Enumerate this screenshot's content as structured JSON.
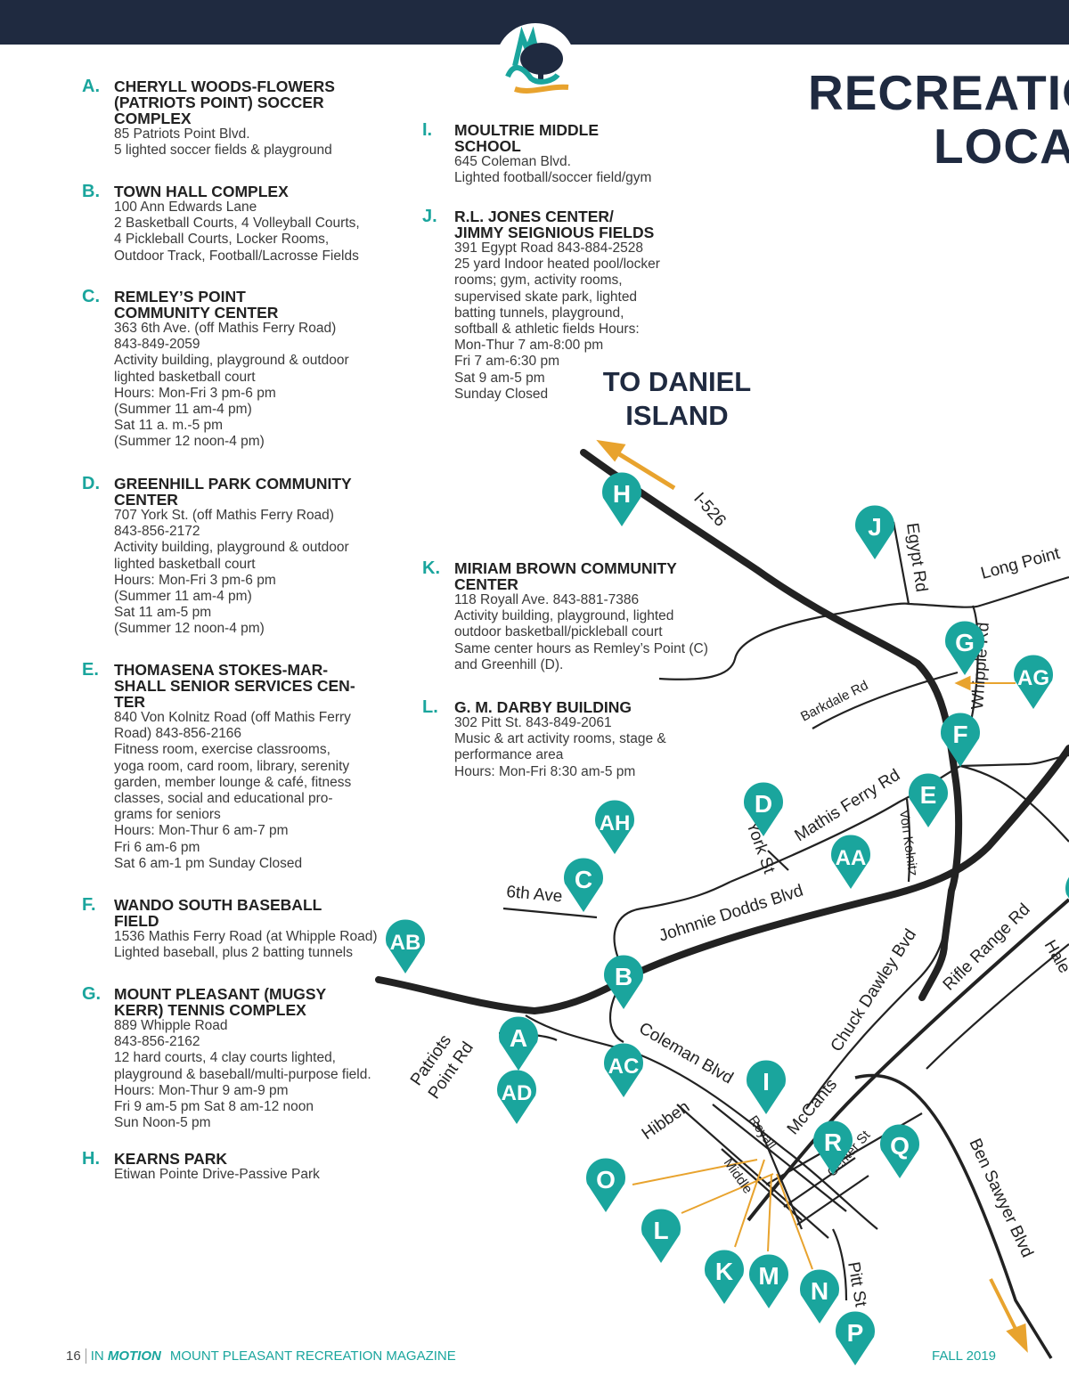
{
  "header": {
    "title_line1": "RECREATIO",
    "title_line2": "LOCAT"
  },
  "direction_label": {
    "line1": "TO DANIEL",
    "line2": "ISLAND"
  },
  "colors": {
    "navy": "#1f2a40",
    "teal": "#1aa59d",
    "orange": "#e8a32e"
  },
  "entries": [
    {
      "letter": "A.",
      "heading": [
        "CHERYLL WOODS-FLOWERS",
        "(PATRIOTS POINT) SOCCER",
        "COMPLEX"
      ],
      "body": [
        "85 Patriots Point Blvd.",
        "5 lighted soccer fields & playground"
      ]
    },
    {
      "letter": "B.",
      "heading": [
        "TOWN HALL COMPLEX"
      ],
      "body": [
        "100 Ann Edwards Lane",
        "2 Basketball Courts, 4 Volleyball Courts,",
        "4 Pickleball Courts, Locker Rooms,",
        "Outdoor Track, Football/Lacrosse Fields"
      ]
    },
    {
      "letter": "C.",
      "heading": [
        "REMLEY’S POINT",
        "COMMUNITY CENTER"
      ],
      "body": [
        "363 6th Ave. (off Mathis Ferry Road)",
        "843-849-2059",
        "Activity building, playground & outdoor",
        "lighted basketball court",
        "Hours: Mon-Fri  3 pm-6 pm",
        "(Summer 11 am-4 pm)",
        "Sat 11 a. m.-5 pm",
        "(Summer 12 noon-4 pm)"
      ]
    },
    {
      "letter": "D.",
      "heading": [
        "GREENHILL PARK COMMUNITY",
        "CENTER"
      ],
      "body": [
        "707 York St. (off Mathis Ferry Road)",
        "843-856-2172",
        "Activity building, playground & outdoor",
        "lighted basketball court",
        "Hours: Mon-Fri 3 pm-6 pm",
        "(Summer 11 am-4 pm)",
        "Sat 11 am-5 pm",
        "(Summer 12 noon-4 pm)"
      ]
    },
    {
      "letter": "E.",
      "heading": [
        "THOMASENA STOKES-MAR-",
        "SHALL SENIOR SERVICES CEN-",
        "TER"
      ],
      "body": [
        "840 Von Kolnitz Road (off Mathis Ferry",
        "Road)  843-856-2166",
        "Fitness room, exercise classrooms,",
        "yoga room, card room, library, serenity",
        "garden, member lounge & café, fitness",
        "classes, social and educational pro-",
        "grams for seniors",
        "Hours: Mon-Thur  6 am-7 pm",
        "Fri 6 am-6 pm",
        "Sat 6 am-1 pm Sunday Closed"
      ]
    },
    {
      "letter": "F.",
      "heading": [
        "WANDO SOUTH BASEBALL",
        "FIELD"
      ],
      "body": [
        "1536 Mathis Ferry Road (at Whipple Road)",
        "Lighted baseball, plus 2 batting tunnels"
      ]
    },
    {
      "letter": "G.",
      "heading": [
        "MOUNT PLEASANT (MUGSY",
        "KERR) TENNIS COMPLEX"
      ],
      "body": [
        "889 Whipple Road",
        "843-856-2162",
        "12 hard courts, 4 clay courts lighted,",
        "playground & baseball/multi-purpose field.",
        "Hours: Mon-Thur  9 am-9 pm",
        "Fri 9 am-5 pm  Sat 8 am-12 noon",
        "Sun Noon-5 pm"
      ]
    },
    {
      "letter": "H.",
      "heading": [
        "KEARNS PARK"
      ],
      "body": [
        "Etiwan Pointe Drive-Passive Park"
      ]
    },
    {
      "letter": "I.",
      "heading": [
        "MOULTRIE MIDDLE",
        "SCHOOL"
      ],
      "body": [
        "645 Coleman Blvd.",
        "Lighted football/soccer field/gym"
      ]
    },
    {
      "letter": "J.",
      "heading": [
        "R.L. JONES CENTER/",
        "JIMMY SEIGNIOUS FIELDS"
      ],
      "body": [
        "391 Egypt Road  843-884-2528",
        "25 yard Indoor heated pool/locker",
        "rooms; gym, activity rooms,",
        "supervised skate park, lighted",
        "batting tunnels, playground,",
        "softball & athletic fields Hours:",
        "Mon-Thur 7 am-8:00 pm",
        "Fri 7 am-6:30 pm",
        "Sat 9 am-5 pm",
        "Sunday Closed"
      ]
    },
    {
      "letter": "K.",
      "heading": [
        "MIRIAM BROWN COMMUNITY",
        "CENTER"
      ],
      "body": [
        "118 Royall Ave.  843-881-7386",
        "Activity building, playground, lighted",
        "outdoor basketball/pickleball court",
        "Same center hours as Remley’s Point (C)",
        "and Greenhill (D)."
      ]
    },
    {
      "letter": "L.",
      "heading": [
        "G. M. DARBY BUILDING"
      ],
      "body": [
        "302 Pitt St.  843-849-2061",
        "Music & art activity rooms, stage &",
        "performance area",
        "Hours:  Mon-Fri    8:30 am-5 pm"
      ]
    }
  ],
  "map": {
    "roads": [
      "I-526",
      "Egypt Rd",
      "Long Point",
      "Whipple Rd",
      "Barkdale Rd",
      "Mathis Ferry Rd",
      "York St",
      "Von Kolnitz",
      "6th Ave",
      "Johnnie Dodds Blvd",
      "Chuck Dawley Bvd",
      "Rifle Range Rd",
      "Hale",
      "Patriots",
      "Point Rd",
      "Coleman Blvd",
      "Hibben",
      "Royall",
      "Middle",
      "McCants",
      "Center St",
      "Pitt St",
      "Ben Sawyer Blvd"
    ],
    "markers": [
      "H",
      "J",
      "G",
      "AG",
      "F",
      "E",
      "D",
      "AH",
      "AA",
      "C",
      "AB",
      "B",
      "A",
      "AC",
      "AD",
      "I",
      "R",
      "Q",
      "O",
      "L",
      "K",
      "M",
      "N",
      "P"
    ]
  },
  "footer": {
    "page": "16",
    "in": "IN",
    "motion": "MOTION",
    "magazine": "MOUNT PLEASANT RECREATION MAGAZINE",
    "season": "FALL 2019"
  }
}
